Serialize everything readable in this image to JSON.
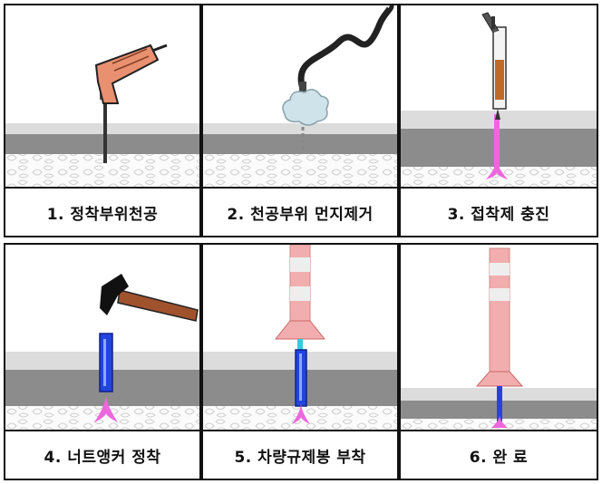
{
  "steps": [
    {
      "label": "1. 정착부위천공"
    },
    {
      "label": "2. 천공부위 먼지제거"
    },
    {
      "label": "3. 접착제 충진"
    },
    {
      "label": "4. 너트앵커 정착"
    },
    {
      "label": "5. 차량규제봉 부착"
    },
    {
      "label": "6. 완 료"
    }
  ],
  "colors": {
    "road_light": "#dcdcdc",
    "road_dark": "#8c8c8c",
    "adhesive": "#ee66dd",
    "anchor": "#2244dd",
    "post": "#f2aeae",
    "drill": "#e89070",
    "hammer_handle": "#a0522d"
  }
}
